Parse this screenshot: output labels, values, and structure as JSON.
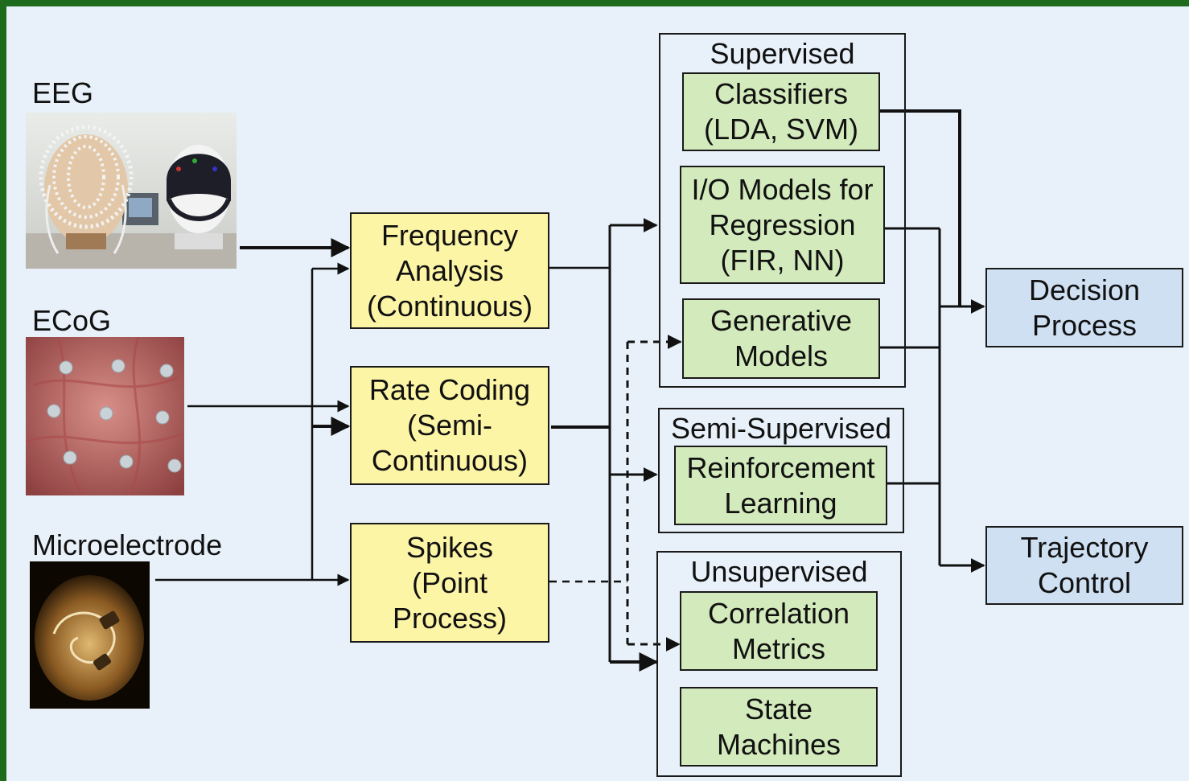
{
  "sources": {
    "eeg": {
      "label": "EEG"
    },
    "ecog": {
      "label": "ECoG"
    },
    "micro": {
      "label": "Microelectrode"
    }
  },
  "features": {
    "frequency": "Frequency\nAnalysis\n(Continuous)",
    "rate": "Rate Coding\n(Semi-\nContinuous)",
    "spikes": "Spikes\n(Point\nProcess)"
  },
  "groups": {
    "supervised": {
      "title": "Supervised",
      "classifiers": "Classifiers\n(LDA, SVM)",
      "io_models": "I/O Models for\nRegression\n(FIR, NN)",
      "generative": "Generative\nModels"
    },
    "semi_supervised": {
      "title": "Semi-Supervised",
      "reinforcement": "Reinforcement\nLearning"
    },
    "unsupervised": {
      "title": "Unsupervised",
      "correlation": "Correlation\nMetrics",
      "state_machines": "State\nMachines"
    }
  },
  "outputs": {
    "decision": "Decision\nProcess",
    "trajectory": "Trajectory\nControl"
  },
  "colors": {
    "frame": "#1e6b1e",
    "background": "#e8f1f9",
    "feature_fill": "#fdf5a6",
    "model_fill": "#d3eabc",
    "output_fill": "#cfe0f3"
  }
}
